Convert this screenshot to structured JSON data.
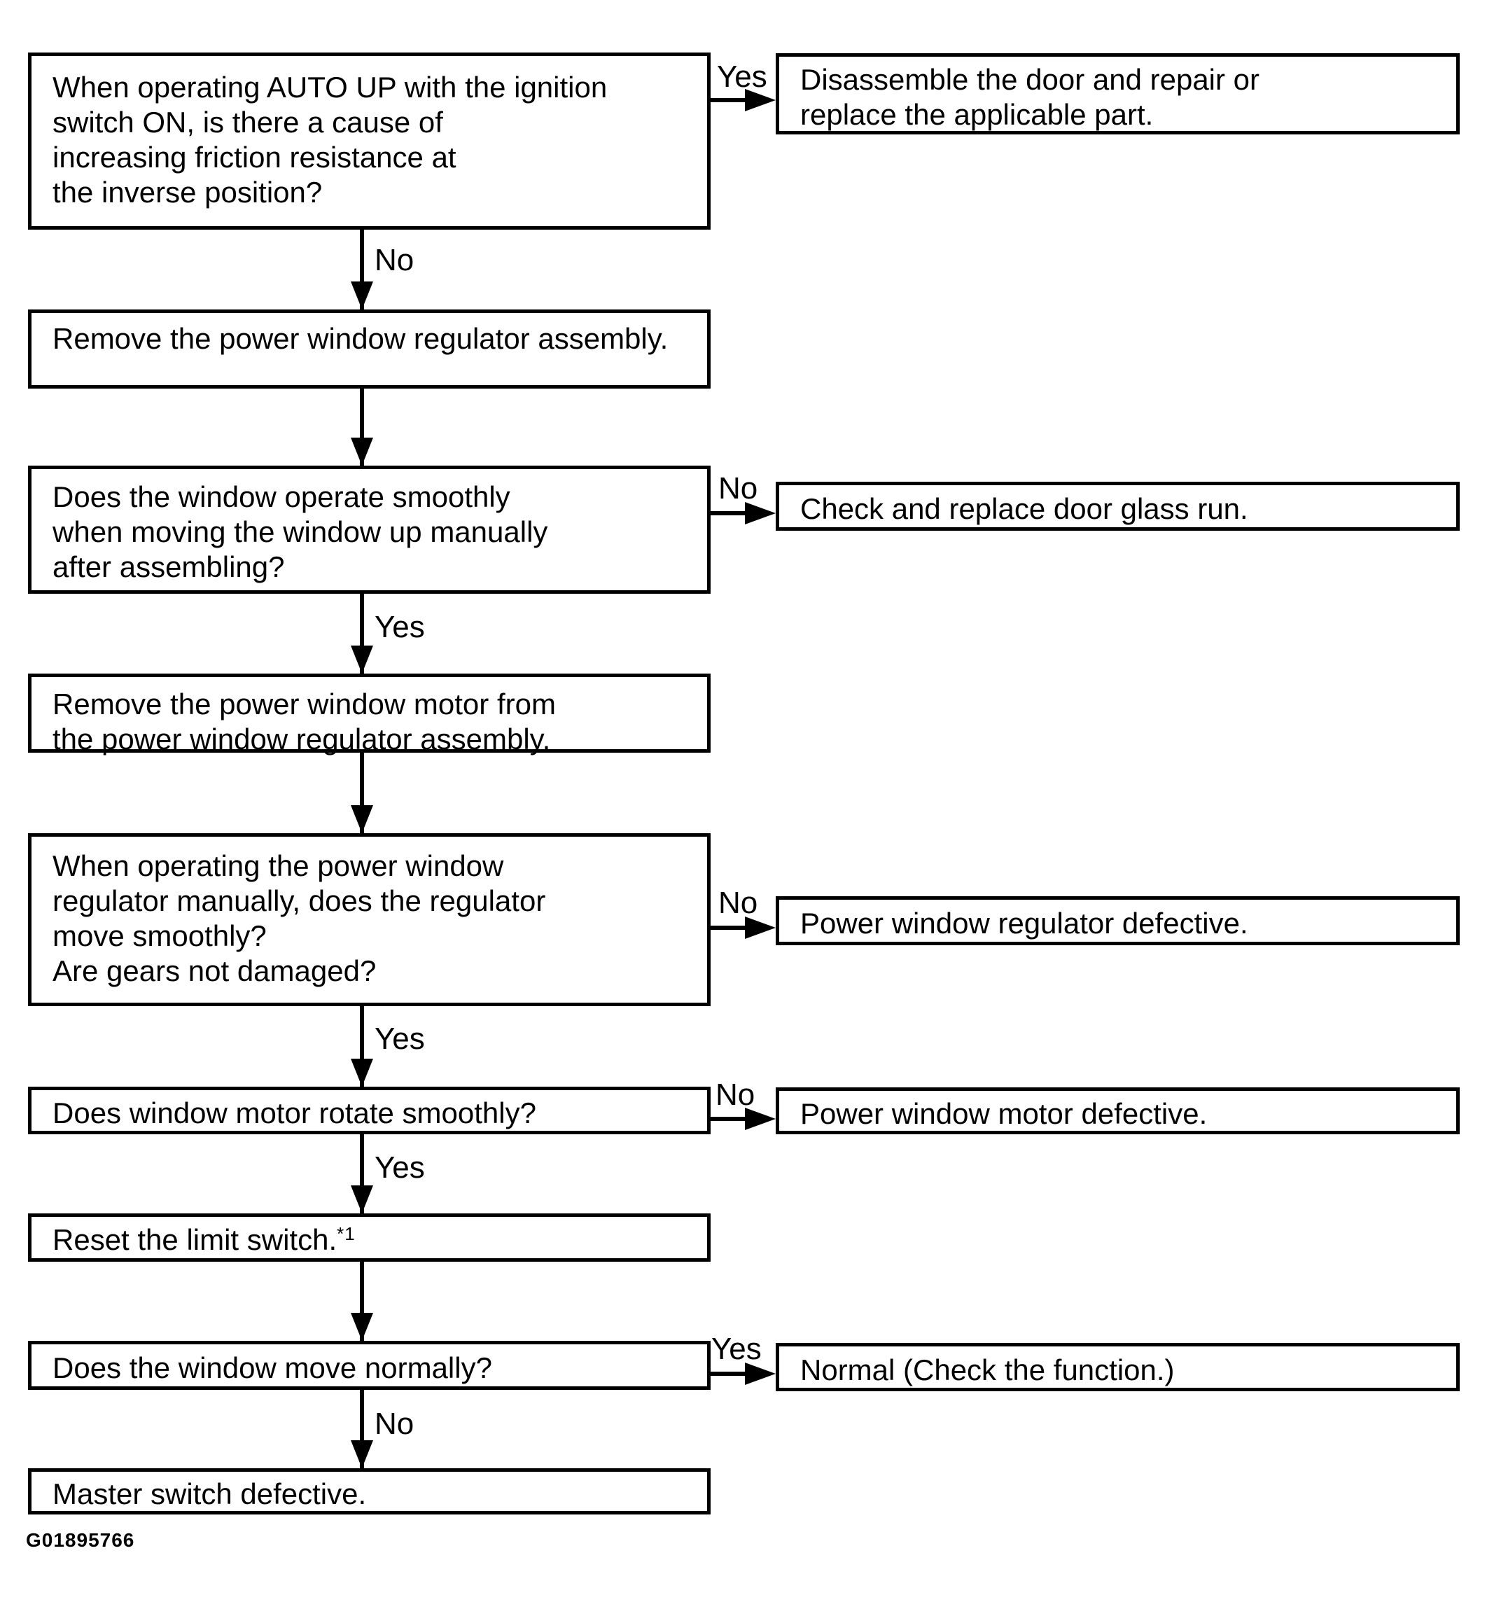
{
  "flowchart": {
    "ink_color": "#000000",
    "paper_color": "#ffffff",
    "nodes": {
      "q_auto_up_friction": {
        "text": "When operating AUTO UP with the ignition\nswitch ON, is there a cause of\nincreasing friction resistance at\nthe inverse position?"
      },
      "act_remove_regulator": {
        "text": "Remove the power window regulator assembly."
      },
      "q_window_operates_smoothly": {
        "text": "Does the window operate smoothly\nwhen moving the window up manually\nafter assembling?"
      },
      "act_remove_motor": {
        "text": "Remove the power window motor from\nthe power window regulator assembly."
      },
      "q_regulator_moves_smoothly": {
        "text": "When operating the power window\nregulator manually, does the regulator\nmove smoothly?\nAre gears not damaged?"
      },
      "q_motor_rotates_smoothly": {
        "text": "Does window motor rotate smoothly?"
      },
      "act_reset_limit_switch": {
        "text": "Reset the limit switch.",
        "footnote_ref": "*1"
      },
      "q_window_moves_normally": {
        "text": "Does the window move normally?"
      },
      "end_master_switch_defective": {
        "text": "Master switch defective."
      },
      "end_disassemble_door": {
        "text": "Disassemble the door and repair or\nreplace the applicable part."
      },
      "end_replace_glass_run": {
        "text": "Check and replace door glass run."
      },
      "end_regulator_defective": {
        "text": "Power window regulator defective."
      },
      "end_motor_defective": {
        "text": "Power window motor defective."
      },
      "end_normal": {
        "text": "Normal (Check the function.)"
      }
    },
    "edge_labels": {
      "auto_up_yes": "Yes",
      "auto_up_no": "No",
      "operates_no": "No",
      "operates_yes": "Yes",
      "regulator_no": "No",
      "regulator_yes": "Yes",
      "motor_no": "No",
      "motor_yes": "Yes",
      "normal_yes": "Yes",
      "normal_no": "No"
    },
    "footer_code": "G01895766"
  }
}
